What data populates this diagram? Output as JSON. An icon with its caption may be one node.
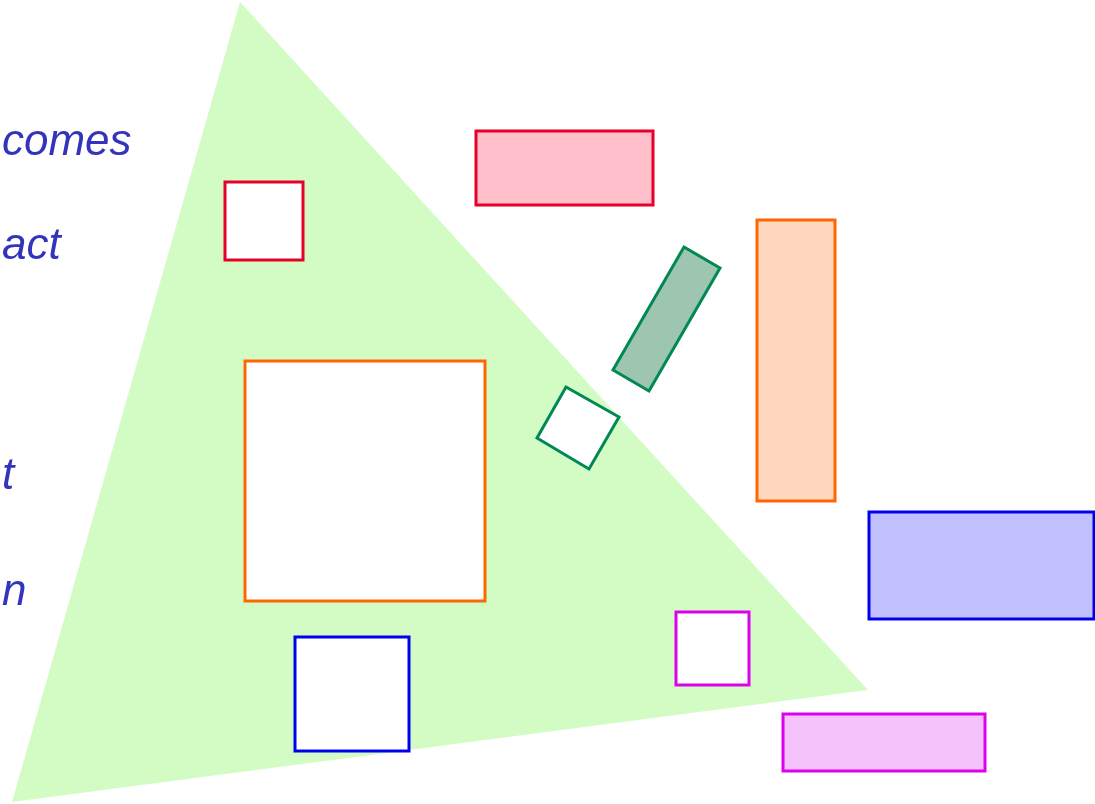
{
  "diagram": {
    "labels": [
      "comes",
      "act",
      "t",
      "n"
    ]
  }
}
